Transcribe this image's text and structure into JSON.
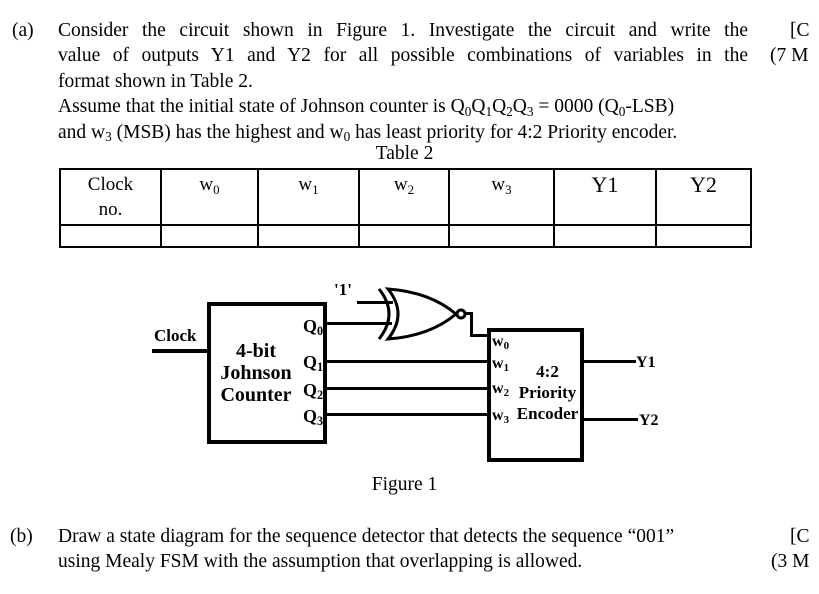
{
  "colors": {
    "ink": "#000000",
    "paper": "#ffffff"
  },
  "section_a": {
    "marker": "(a)",
    "line1": "Consider the circuit shown in Figure 1. Investigate the circuit and write the",
    "line2": "value of outputs Y1 and Y2 for all possible combinations of variables in the",
    "line3": "format shown in Table 2.",
    "line4": [
      {
        "t": "Assume that the initial state of Johnson counter is Q"
      },
      {
        "t": "0",
        "s": 1
      },
      {
        "t": "Q"
      },
      {
        "t": "1",
        "s": 1
      },
      {
        "t": "Q"
      },
      {
        "t": "2",
        "s": 1
      },
      {
        "t": "Q"
      },
      {
        "t": "3",
        "s": 1
      },
      {
        "t": " = 0000 (Q"
      },
      {
        "t": "0",
        "s": 1
      },
      {
        "t": "-LSB)"
      }
    ],
    "line5": [
      {
        "t": "and w"
      },
      {
        "t": "3",
        "s": 1
      },
      {
        "t": " (MSB) has the highest and w"
      },
      {
        "t": "0",
        "s": 1
      },
      {
        "t": " has least priority for 4:2 Priority encoder."
      }
    ],
    "mark1": "[C",
    "mark2": "(7 M"
  },
  "table2": {
    "title": "Table 2",
    "header": {
      "clock_line1": "Clock",
      "clock_line2": "no.",
      "w0": [
        {
          "t": "w"
        },
        {
          "t": "0",
          "s": 1
        }
      ],
      "w1": [
        {
          "t": "w"
        },
        {
          "t": "1",
          "s": 1
        }
      ],
      "w2": [
        {
          "t": "w"
        },
        {
          "t": "2",
          "s": 1
        }
      ],
      "w3": [
        {
          "t": "w"
        },
        {
          "t": "3",
          "s": 1
        }
      ],
      "y1": "Y1",
      "y2": "Y2"
    }
  },
  "figure1": {
    "caption": "Figure 1",
    "clock_label": "Clock",
    "counter": {
      "line1": "4-bit",
      "line2": "Johnson",
      "line3": "Counter"
    },
    "q0": [
      {
        "t": "Q"
      },
      {
        "t": "0",
        "s": 1
      }
    ],
    "q1": [
      {
        "t": "Q"
      },
      {
        "t": "1",
        "s": 1
      }
    ],
    "q2": [
      {
        "t": "Q"
      },
      {
        "t": "2",
        "s": 1
      }
    ],
    "q3": [
      {
        "t": "Q"
      },
      {
        "t": "3",
        "s": 1
      }
    ],
    "const_one": "'1'",
    "gate_type": "xnor-gate",
    "encoder": {
      "w0": [
        {
          "t": "w"
        },
        {
          "t": "0",
          "s": 1
        }
      ],
      "w1": [
        {
          "t": "w"
        },
        {
          "t": "1",
          "s": 1
        }
      ],
      "w2": [
        {
          "t": "w"
        },
        {
          "t": "2",
          "s": 1
        }
      ],
      "w3": [
        {
          "t": "w"
        },
        {
          "t": "3",
          "s": 1
        }
      ],
      "title1": "4:2",
      "title2": "Priority",
      "title3": "Encoder"
    },
    "y1": "Y1",
    "y2": "Y2"
  },
  "section_b": {
    "marker": "(b)",
    "line1": "Draw a state diagram for the sequence detector that detects the sequence “001”",
    "line2": "using Mealy FSM with the assumption that overlapping is allowed.",
    "mark1": "[C",
    "mark2": "(3 M"
  }
}
